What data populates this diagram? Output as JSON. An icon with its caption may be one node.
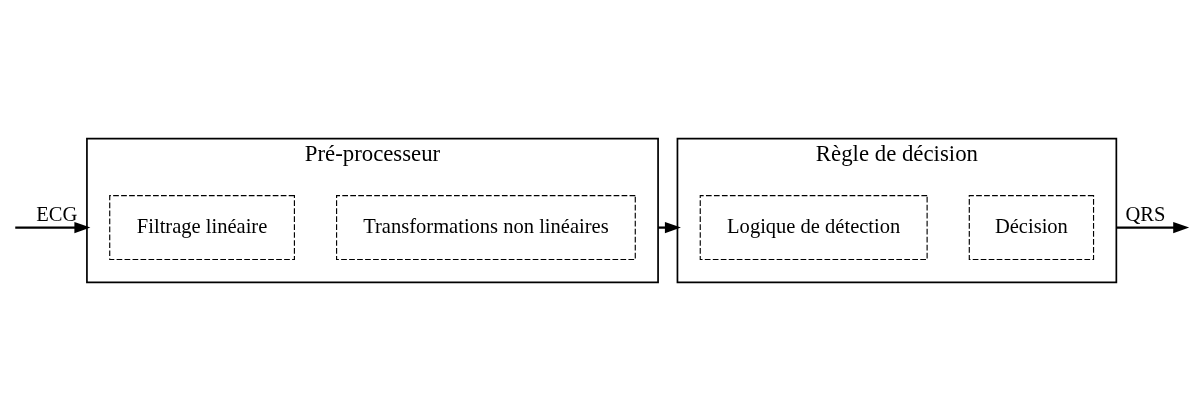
{
  "diagram": {
    "nodes": [
      {
        "text": [
          "Pré-processeur"
        ]
      },
      {
        "text": [
          "Filtrage linéaire"
        ],
        "in": 0
      },
      {
        "text": [
          "Transformations non linéaires"
        ],
        "in": 0
      },
      {
        "text": [
          "Règle de décision"
        ]
      },
      {
        "text": [
          "Logique de détection"
        ],
        "in": 3
      },
      {
        "text": [
          "Décision"
        ],
        "in": 3
      }
    ],
    "edges": [
      {
        "from": null,
        "to": 0,
        "arrow": "to",
        "label": "ECG"
      },
      {
        "from": 0,
        "to": 3,
        "arrow": "to"
      },
      {
        "from": 3,
        "to": null,
        "arrow": "to",
        "label": "QRS"
      }
    ]
  }
}
